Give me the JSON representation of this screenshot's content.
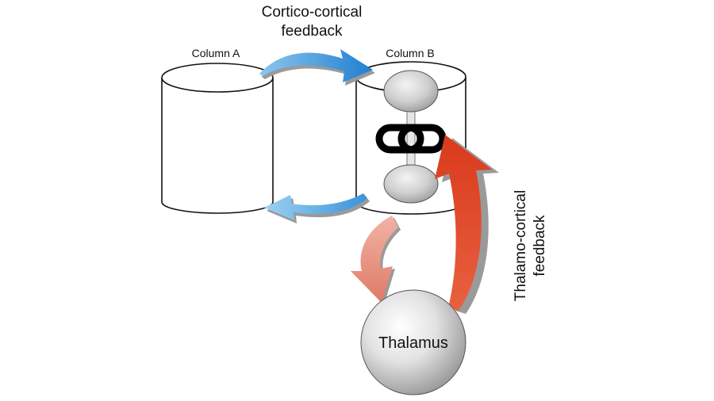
{
  "labels": {
    "cortico_line1": "Cortico-cortical",
    "cortico_line2": "feedback",
    "column_a": "Column A",
    "column_b": "Column B",
    "thalamo_line1": "Thalamo-cortical",
    "thalamo_line2": "feedback",
    "thalamus": "Thalamus"
  },
  "colors": {
    "cortico_arrow": "#2f8fd8",
    "cortico_arrow_light": "#8cc6ee",
    "thalamo_arrow": "#e14a2a",
    "thalamo_arrow_light": "#e98876",
    "shadow": "#9a9a9a",
    "sphere": "#c4c4c4"
  },
  "icons": {
    "chain": "chain-link-icon"
  }
}
